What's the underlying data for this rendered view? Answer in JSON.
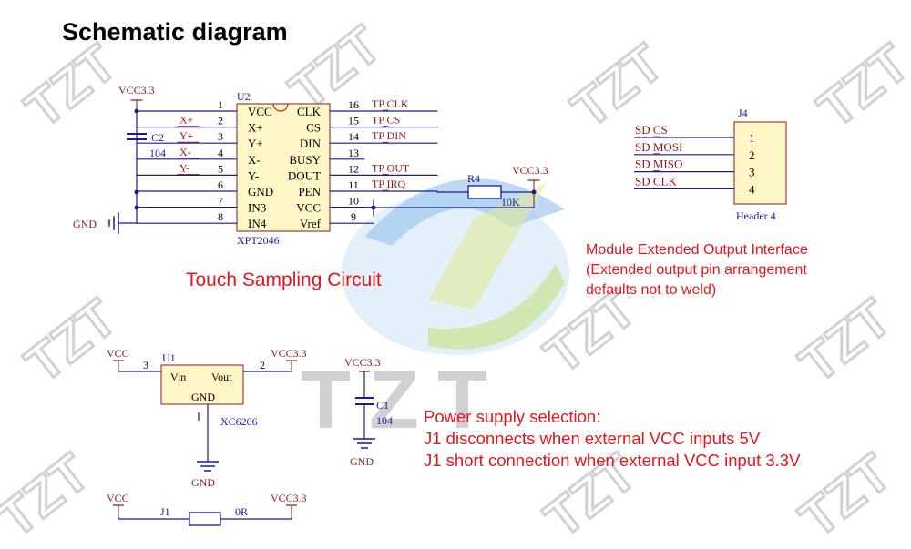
{
  "title": "Schematic diagram",
  "watermark": {
    "text": "TZT",
    "color": "#cfd3d8"
  },
  "colors": {
    "wire": "#1a1a99",
    "label": "#8b1a1a",
    "part_fill": "#fff8c6",
    "part_border": "#8b1a1a",
    "note": "#e8141a"
  },
  "touch_circuit": {
    "caption": "Touch Sampling Circuit",
    "chip": {
      "ref": "U2",
      "part": "XPT2046",
      "left_pins": [
        {
          "num": "1",
          "name": "VCC",
          "net": ""
        },
        {
          "num": "2",
          "name": "X+",
          "net": "X+"
        },
        {
          "num": "3",
          "name": "Y+",
          "net": "Y+"
        },
        {
          "num": "4",
          "name": "X-",
          "net": "X-"
        },
        {
          "num": "5",
          "name": "Y-",
          "net": "Y-"
        },
        {
          "num": "6",
          "name": "GND",
          "net": ""
        },
        {
          "num": "7",
          "name": "IN3",
          "net": ""
        },
        {
          "num": "8",
          "name": "IN4",
          "net": ""
        }
      ],
      "right_pins": [
        {
          "num": "16",
          "name": "CLK",
          "net": "TP_CLK"
        },
        {
          "num": "15",
          "name": "CS",
          "net": "TP_CS"
        },
        {
          "num": "14",
          "name": "DIN",
          "net": "TP_DIN"
        },
        {
          "num": "13",
          "name": "BUSY",
          "net": ""
        },
        {
          "num": "12",
          "name": "DOUT",
          "net": "TP_OUT"
        },
        {
          "num": "11",
          "name": "PEN",
          "net": "TP_IRQ"
        },
        {
          "num": "10",
          "name": "VCC",
          "net": ""
        },
        {
          "num": "9",
          "name": "Vref",
          "net": ""
        }
      ]
    },
    "vcc_label": "VCC3.3",
    "vcc_label_right": "VCC3.3",
    "cap": {
      "ref": "C2",
      "value": "104"
    },
    "gnd_label": "GND",
    "resistor": {
      "ref": "R4",
      "value": "10K"
    }
  },
  "header": {
    "ref": "J4",
    "part": "Header 4",
    "pins": [
      {
        "num": "1",
        "net": "SD_CS"
      },
      {
        "num": "2",
        "net": "SD_MOSI"
      },
      {
        "num": "3",
        "net": "SD_MISO"
      },
      {
        "num": "4",
        "net": "SD_CLK"
      }
    ]
  },
  "module_note": [
    "Module Extended Output Interface",
    "(Extended output pin arrangement",
    "defaults not to weld)"
  ],
  "regulator": {
    "ref": "U1",
    "part": "XC6206",
    "in_label": "Vin",
    "out_label": "Vout",
    "gnd_label": "GND",
    "in_pin": "3",
    "out_pin": "2",
    "vcc_in": "VCC",
    "vcc_out": "VCC3.3",
    "gnd_symbol_label": "GND"
  },
  "cap_c1": {
    "ref": "C1",
    "value": "104",
    "vcc": "VCC3.3",
    "gnd": "GND"
  },
  "jumper": {
    "ref": "J1",
    "value": "0R",
    "left_label": "VCC",
    "right_label": "VCC3.3"
  },
  "power_note": [
    "Power supply selection:",
    "J1 disconnects when external VCC inputs 5V",
    "J1 short connection when external VCC input 3.3V"
  ]
}
